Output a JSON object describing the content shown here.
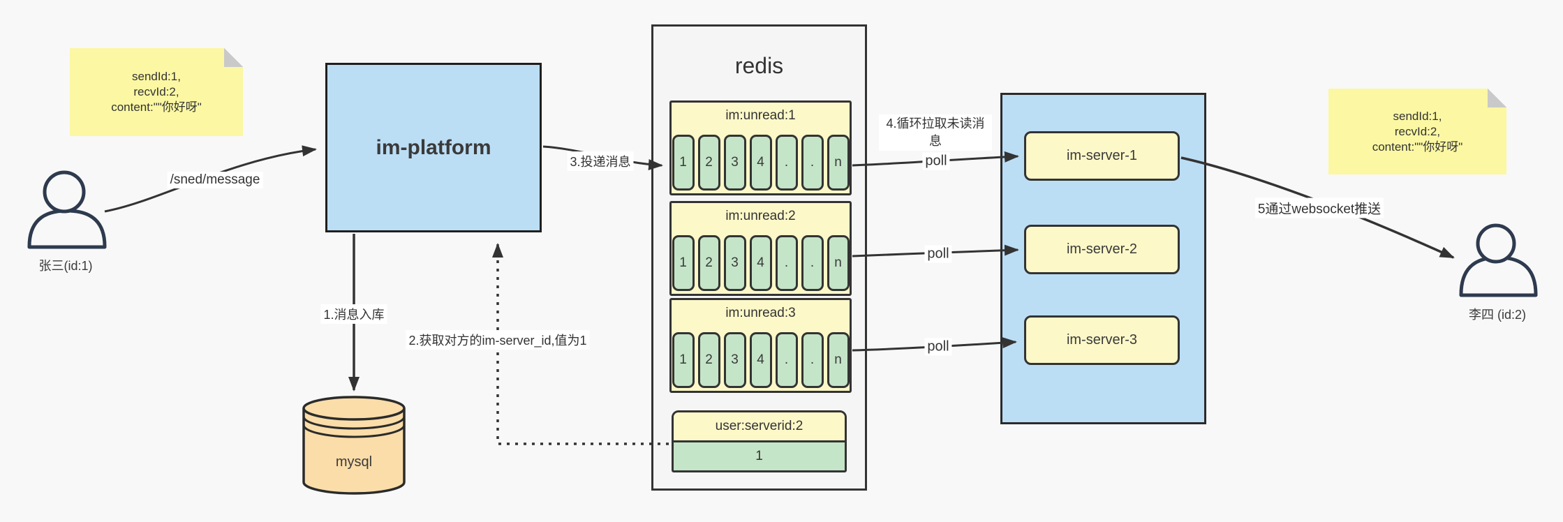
{
  "colors": {
    "background": "#f8f8f8",
    "note_bg": "#fbf7a3",
    "blue_box": "#bcdef5",
    "yellow_box": "#fcf8c8",
    "green_cell": "#c5e5c8",
    "redis_panel": "#f5f5f5",
    "mysql_fill": "#fadda9",
    "ink": "#333333"
  },
  "note_left": {
    "l1": "sendId:1,",
    "l2": "recvId:2,",
    "l3": "content:\"\"你好呀\""
  },
  "note_right": {
    "l1": "sendId:1,",
    "l2": "recvId:2,",
    "l3": "content:\"\"你好呀\""
  },
  "sender": {
    "label": "张三(id:1)"
  },
  "receiver": {
    "label": "李四 (id:2)"
  },
  "platform": {
    "label": "im-platform"
  },
  "mysql": {
    "label": "mysql"
  },
  "redis": {
    "title": "redis",
    "queues": [
      {
        "name": "im:unread:1",
        "cells": [
          "1",
          "2",
          "3",
          "4",
          ".",
          ".",
          "n"
        ]
      },
      {
        "name": "im:unread:2",
        "cells": [
          "1",
          "2",
          "3",
          "4",
          ".",
          ".",
          "n"
        ]
      },
      {
        "name": "im:unread:3",
        "cells": [
          "1",
          "2",
          "3",
          "4",
          ".",
          ".",
          "n"
        ]
      }
    ],
    "kv": {
      "key": "user:serverid:2",
      "value": "1"
    }
  },
  "servers": [
    {
      "label": "im-server-1"
    },
    {
      "label": "im-server-2"
    },
    {
      "label": "im-server-3"
    }
  ],
  "edges": {
    "send": "/sned/message",
    "step1": "1.消息入库",
    "step2": "2.获取对方的im-server_id,值为1",
    "step3": "3.投递消息",
    "step4": "4.循环拉取未读消息",
    "poll1": "poll",
    "poll2": "poll",
    "poll3": "poll",
    "step5": "5通过websocket推送"
  }
}
